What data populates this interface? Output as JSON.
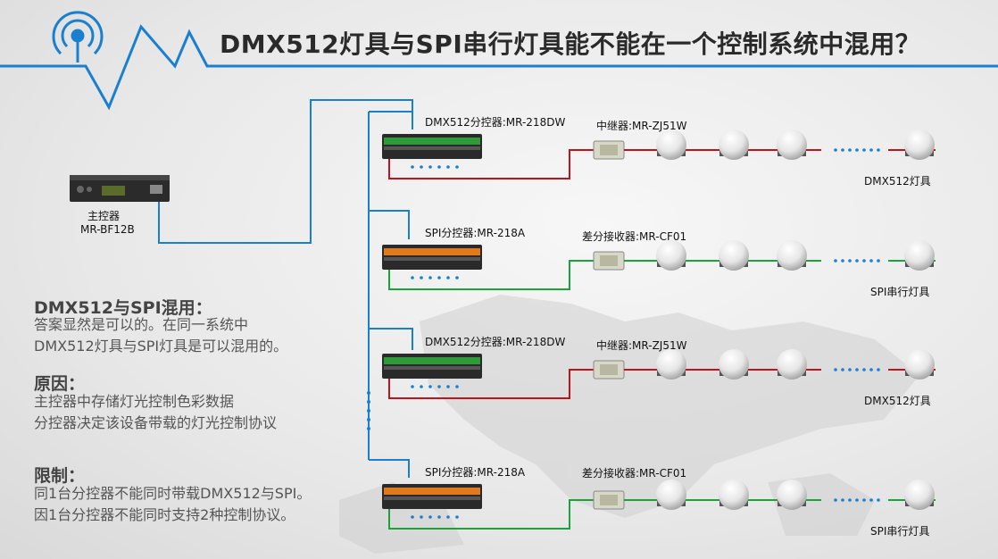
{
  "title": "DMX512灯具与SPI串行灯具能不能在一个控制系统中混用？",
  "main_controller": {
    "name": "主控器",
    "model": "MR-BF12B",
    "screen_text": "?"
  },
  "rows": [
    {
      "splitter": "DMX512分控器:MR-218DW",
      "receiver": "中继器:MR-ZJ51W",
      "lamps": "DMX512灯具",
      "line_color": "#c0141c"
    },
    {
      "splitter": "SPI分控器:MR-218A",
      "receiver": "差分接收器:MR-CF01",
      "lamps": "SPI串行灯具",
      "line_color": "#1aa33a"
    },
    {
      "splitter": "DMX512分控器:MR-218DW",
      "receiver": "中继器:MR-ZJ51W",
      "lamps": "DMX512灯具",
      "line_color": "#c0141c"
    },
    {
      "splitter": "SPI分控器:MR-218A",
      "receiver": "差分接收器:MR-CF01",
      "lamps": "SPI串行灯具",
      "line_color": "#1aa33a"
    }
  ],
  "text": {
    "h1": "DMX512与SPI混用：",
    "p1a": "答案显然是可以的。在同一系统中",
    "p1b": "DMX512灯具与SPI灯具是可以混用的。",
    "h2": "原因：",
    "p2a": "主控器中存储灯光控制色彩数据",
    "p2b": "分控器决定该设备带载的灯光控制协议",
    "h3": "限制：",
    "p3a": "同1台分控器不能同时带载DMX512与SPI。",
    "p3b": "因1台分控器不能同时支持2种控制协议。"
  },
  "colors": {
    "accent_blue": "#1b7fd0",
    "dmx_red": "#c0141c",
    "spi_green": "#1aa33a"
  }
}
